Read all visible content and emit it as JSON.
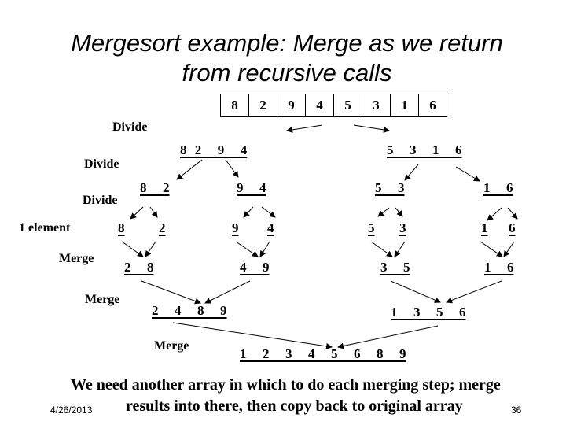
{
  "title": {
    "line1": "Mergesort example: Merge as we return",
    "line2": "from recursive calls"
  },
  "array": [
    "8",
    "2",
    "9",
    "4",
    "5",
    "3",
    "1",
    "6"
  ],
  "labels": {
    "divide1": "Divide",
    "divide2": "Divide",
    "divide3": "Divide",
    "one_element": "1 element",
    "merge1": "Merge",
    "merge2": "Merge",
    "merge3": "Merge"
  },
  "nodes": {
    "l1_left": "8 2  9  4",
    "l1_right": "5  3  1  6",
    "l2_a": "8  2",
    "l2_b": "9  4",
    "l2_c": "5  3",
    "l2_d": "1  6",
    "s1": "8",
    "s2": "2",
    "s3": "9",
    "s4": "4",
    "s5": "5",
    "s6": "3",
    "s7": "1",
    "s8": "6",
    "m_a": "2  8",
    "m_b": "4  9",
    "m_c": "3  5",
    "m_d": "1  6",
    "m2_left": "2  4  8  9",
    "m2_right": "1  3  5  6",
    "final": "1  2  3  4  5  6  8  9"
  },
  "bottom": {
    "line1": "We need another array in which to do each merging step; merge",
    "line2": "results into there, then copy back to original array"
  },
  "footer": {
    "date": "4/26/2013",
    "page": "36"
  }
}
